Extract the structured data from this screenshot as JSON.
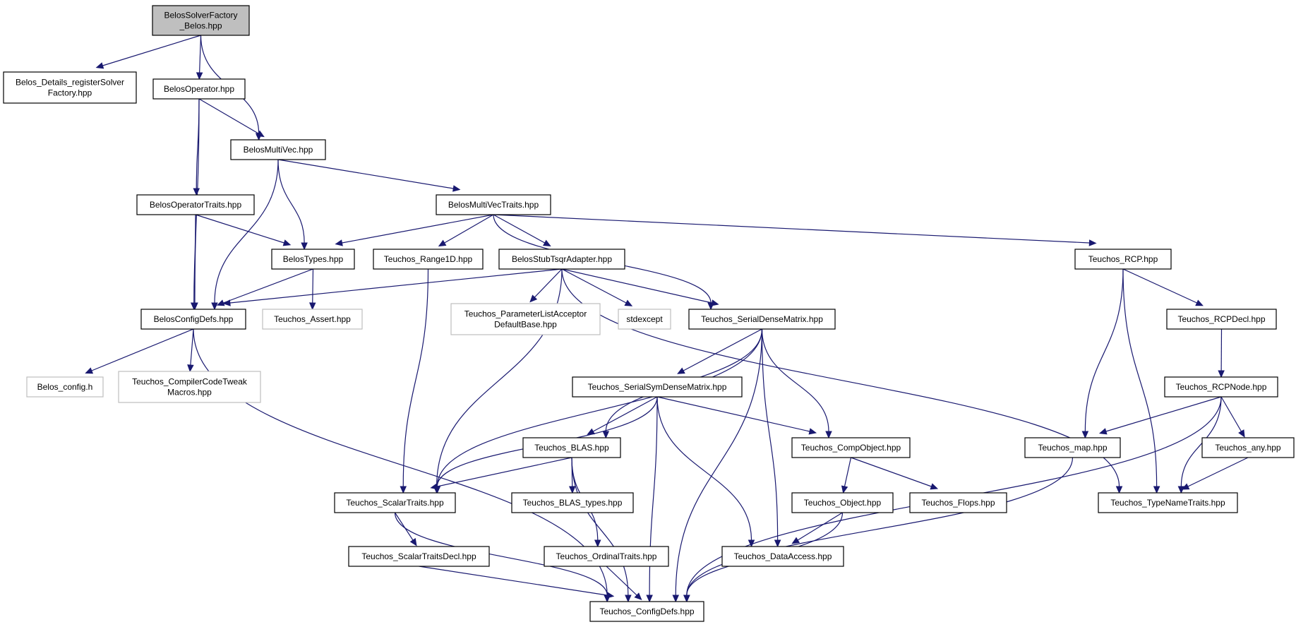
{
  "colors": {
    "edge": "#191970",
    "node_border": "#000000",
    "node_fill": "#ffffff",
    "external_border": "#bfbfbf",
    "root_fill": "#bfbfbf",
    "text": "#000000"
  },
  "nodes": [
    {
      "id": "root",
      "lines": [
        "BelosSolverFactory",
        "_Belos.hpp"
      ],
      "style": "root"
    },
    {
      "id": "details",
      "lines": [
        "Belos_Details_registerSolver",
        "Factory.hpp"
      ],
      "style": "normal"
    },
    {
      "id": "operator",
      "lines": [
        "BelosOperator.hpp"
      ],
      "style": "normal"
    },
    {
      "id": "multivec",
      "lines": [
        "BelosMultiVec.hpp"
      ],
      "style": "normal"
    },
    {
      "id": "optraits",
      "lines": [
        "BelosOperatorTraits.hpp"
      ],
      "style": "normal"
    },
    {
      "id": "mvtraits",
      "lines": [
        "BelosMultiVecTraits.hpp"
      ],
      "style": "normal"
    },
    {
      "id": "types",
      "lines": [
        "BelosTypes.hpp"
      ],
      "style": "normal"
    },
    {
      "id": "range1d",
      "lines": [
        "Teuchos_Range1D.hpp"
      ],
      "style": "normal"
    },
    {
      "id": "tsqr",
      "lines": [
        "BelosStubTsqrAdapter.hpp"
      ],
      "style": "normal"
    },
    {
      "id": "rcp",
      "lines": [
        "Teuchos_RCP.hpp"
      ],
      "style": "normal"
    },
    {
      "id": "configdefs",
      "lines": [
        "BelosConfigDefs.hpp"
      ],
      "style": "normal"
    },
    {
      "id": "assert",
      "lines": [
        "Teuchos_Assert.hpp"
      ],
      "style": "external"
    },
    {
      "id": "plab",
      "lines": [
        "Teuchos_ParameterListAcceptor",
        "DefaultBase.hpp"
      ],
      "style": "external"
    },
    {
      "id": "stdexcept",
      "lines": [
        "stdexcept"
      ],
      "style": "external"
    },
    {
      "id": "sdm",
      "lines": [
        "Teuchos_SerialDenseMatrix.hpp"
      ],
      "style": "normal"
    },
    {
      "id": "rcpdecl",
      "lines": [
        "Teuchos_RCPDecl.hpp"
      ],
      "style": "normal"
    },
    {
      "id": "belosconfig",
      "lines": [
        "Belos_config.h"
      ],
      "style": "external"
    },
    {
      "id": "cctm",
      "lines": [
        "Teuchos_CompilerCodeTweak",
        "Macros.hpp"
      ],
      "style": "external"
    },
    {
      "id": "ssdm",
      "lines": [
        "Teuchos_SerialSymDenseMatrix.hpp"
      ],
      "style": "normal"
    },
    {
      "id": "rcpnode",
      "lines": [
        "Teuchos_RCPNode.hpp"
      ],
      "style": "normal"
    },
    {
      "id": "blas",
      "lines": [
        "Teuchos_BLAS.hpp"
      ],
      "style": "normal"
    },
    {
      "id": "compobj",
      "lines": [
        "Teuchos_CompObject.hpp"
      ],
      "style": "normal"
    },
    {
      "id": "map",
      "lines": [
        "Teuchos_map.hpp"
      ],
      "style": "normal"
    },
    {
      "id": "any",
      "lines": [
        "Teuchos_any.hpp"
      ],
      "style": "normal"
    },
    {
      "id": "scalartraits",
      "lines": [
        "Teuchos_ScalarTraits.hpp"
      ],
      "style": "normal"
    },
    {
      "id": "blastypes",
      "lines": [
        "Teuchos_BLAS_types.hpp"
      ],
      "style": "normal"
    },
    {
      "id": "object",
      "lines": [
        "Teuchos_Object.hpp"
      ],
      "style": "normal"
    },
    {
      "id": "flops",
      "lines": [
        "Teuchos_Flops.hpp"
      ],
      "style": "normal"
    },
    {
      "id": "typename",
      "lines": [
        "Teuchos_TypeNameTraits.hpp"
      ],
      "style": "normal"
    },
    {
      "id": "stdecl",
      "lines": [
        "Teuchos_ScalarTraitsDecl.hpp"
      ],
      "style": "normal"
    },
    {
      "id": "ordinal",
      "lines": [
        "Teuchos_OrdinalTraits.hpp"
      ],
      "style": "normal"
    },
    {
      "id": "dataaccess",
      "lines": [
        "Teuchos_DataAccess.hpp"
      ],
      "style": "normal"
    },
    {
      "id": "teuchosconfig",
      "lines": [
        "Teuchos_ConfigDefs.hpp"
      ],
      "style": "normal"
    }
  ],
  "edges": [
    [
      "root",
      "details"
    ],
    [
      "root",
      "operator"
    ],
    [
      "root",
      "multivec"
    ],
    [
      "operator",
      "multivec"
    ],
    [
      "operator",
      "optraits"
    ],
    [
      "operator",
      "configdefs"
    ],
    [
      "multivec",
      "mvtraits"
    ],
    [
      "multivec",
      "types"
    ],
    [
      "multivec",
      "configdefs"
    ],
    [
      "optraits",
      "types"
    ],
    [
      "optraits",
      "configdefs"
    ],
    [
      "mvtraits",
      "types"
    ],
    [
      "mvtraits",
      "range1d"
    ],
    [
      "mvtraits",
      "tsqr"
    ],
    [
      "mvtraits",
      "sdm"
    ],
    [
      "mvtraits",
      "rcp"
    ],
    [
      "types",
      "configdefs"
    ],
    [
      "types",
      "assert"
    ],
    [
      "range1d",
      "scalartraits"
    ],
    [
      "tsqr",
      "configdefs"
    ],
    [
      "tsqr",
      "plab"
    ],
    [
      "tsqr",
      "stdexcept"
    ],
    [
      "tsqr",
      "sdm"
    ],
    [
      "tsqr",
      "scalartraits"
    ],
    [
      "tsqr",
      "typename"
    ],
    [
      "configdefs",
      "belosconfig"
    ],
    [
      "configdefs",
      "cctm"
    ],
    [
      "configdefs",
      "teuchosconfig"
    ],
    [
      "rcp",
      "rcpdecl"
    ],
    [
      "rcp",
      "map"
    ],
    [
      "rcp",
      "typename"
    ],
    [
      "rcpdecl",
      "rcpnode"
    ],
    [
      "rcpnode",
      "map"
    ],
    [
      "rcpnode",
      "any"
    ],
    [
      "rcpnode",
      "typename"
    ],
    [
      "rcpnode",
      "teuchosconfig"
    ],
    [
      "sdm",
      "ssdm"
    ],
    [
      "sdm",
      "blas"
    ],
    [
      "sdm",
      "compobj"
    ],
    [
      "sdm",
      "dataaccess"
    ],
    [
      "sdm",
      "scalartraits"
    ],
    [
      "sdm",
      "teuchosconfig"
    ],
    [
      "ssdm",
      "blas"
    ],
    [
      "ssdm",
      "compobj"
    ],
    [
      "ssdm",
      "dataaccess"
    ],
    [
      "ssdm",
      "scalartraits"
    ],
    [
      "ssdm",
      "teuchosconfig"
    ],
    [
      "blas",
      "scalartraits"
    ],
    [
      "blas",
      "blastypes"
    ],
    [
      "blas",
      "ordinal"
    ],
    [
      "blas",
      "teuchosconfig"
    ],
    [
      "compobj",
      "object"
    ],
    [
      "compobj",
      "flops"
    ],
    [
      "object",
      "dataaccess"
    ],
    [
      "object",
      "teuchosconfig"
    ],
    [
      "scalartraits",
      "stdecl"
    ],
    [
      "scalartraits",
      "teuchosconfig"
    ],
    [
      "stdecl",
      "teuchosconfig"
    ],
    [
      "ordinal",
      "teuchosconfig"
    ],
    [
      "map",
      "teuchosconfig"
    ],
    [
      "any",
      "typename"
    ]
  ]
}
